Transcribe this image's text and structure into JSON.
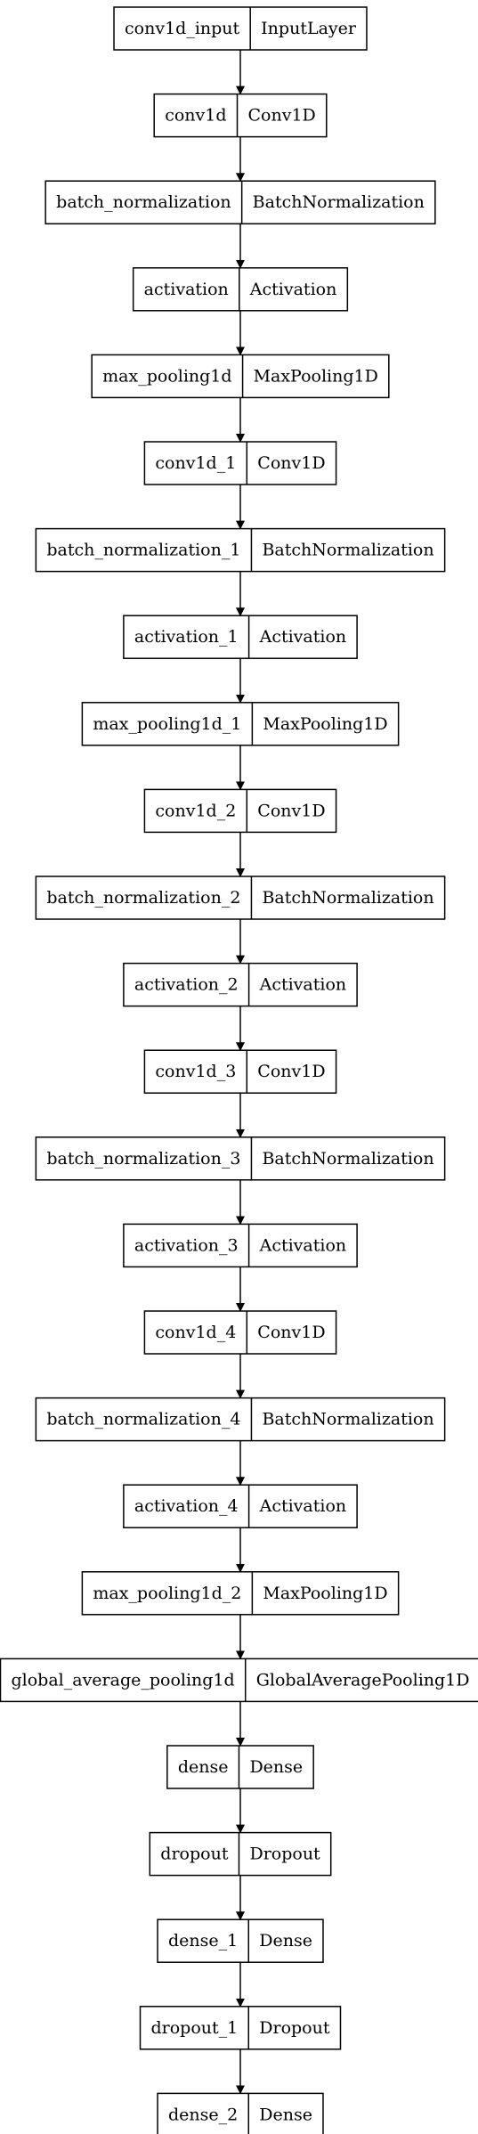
{
  "nodes": [
    {
      "name": "conv1d_input",
      "type": "InputLayer"
    },
    {
      "name": "conv1d",
      "type": "Conv1D"
    },
    {
      "name": "batch_normalization",
      "type": "BatchNormalization"
    },
    {
      "name": "activation",
      "type": "Activation"
    },
    {
      "name": "max_pooling1d",
      "type": "MaxPooling1D"
    },
    {
      "name": "conv1d_1",
      "type": "Conv1D"
    },
    {
      "name": "batch_normalization_1",
      "type": "BatchNormalization"
    },
    {
      "name": "activation_1",
      "type": "Activation"
    },
    {
      "name": "max_pooling1d_1",
      "type": "MaxPooling1D"
    },
    {
      "name": "conv1d_2",
      "type": "Conv1D"
    },
    {
      "name": "batch_normalization_2",
      "type": "BatchNormalization"
    },
    {
      "name": "activation_2",
      "type": "Activation"
    },
    {
      "name": "conv1d_3",
      "type": "Conv1D"
    },
    {
      "name": "batch_normalization_3",
      "type": "BatchNormalization"
    },
    {
      "name": "activation_3",
      "type": "Activation"
    },
    {
      "name": "conv1d_4",
      "type": "Conv1D"
    },
    {
      "name": "batch_normalization_4",
      "type": "BatchNormalization"
    },
    {
      "name": "activation_4",
      "type": "Activation"
    },
    {
      "name": "max_pooling1d_2",
      "type": "MaxPooling1D"
    },
    {
      "name": "global_average_pooling1d",
      "type": "GlobalAveragePooling1D"
    },
    {
      "name": "dense",
      "type": "Dense"
    },
    {
      "name": "dropout",
      "type": "Dropout"
    },
    {
      "name": "dense_1",
      "type": "Dense"
    },
    {
      "name": "dropout_1",
      "type": "Dropout"
    },
    {
      "name": "dense_2",
      "type": "Dense"
    }
  ]
}
